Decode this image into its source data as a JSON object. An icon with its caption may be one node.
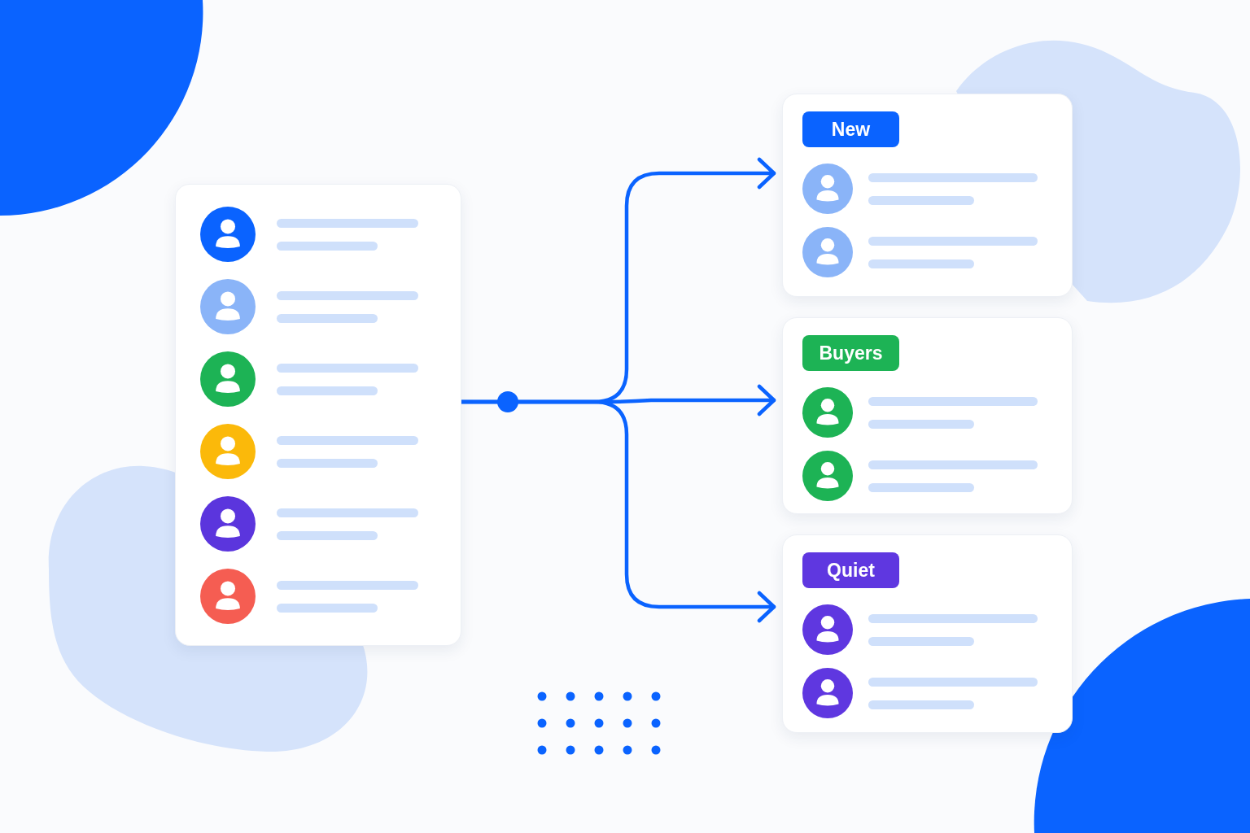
{
  "diagram": {
    "nodes": [
      {
        "text": [],
        "shape": "box"
      },
      {
        "text": [
          "New"
        ]
      },
      {
        "text": [
          "Buyers"
        ]
      },
      {
        "text": [
          "Quiet"
        ]
      }
    ],
    "edges": [
      {
        "from": 0,
        "to": 1,
        "arrow": "to"
      },
      {
        "from": 0,
        "to": 2,
        "arrow": "to"
      },
      {
        "from": 0,
        "to": 3,
        "arrow": "to"
      }
    ]
  }
}
